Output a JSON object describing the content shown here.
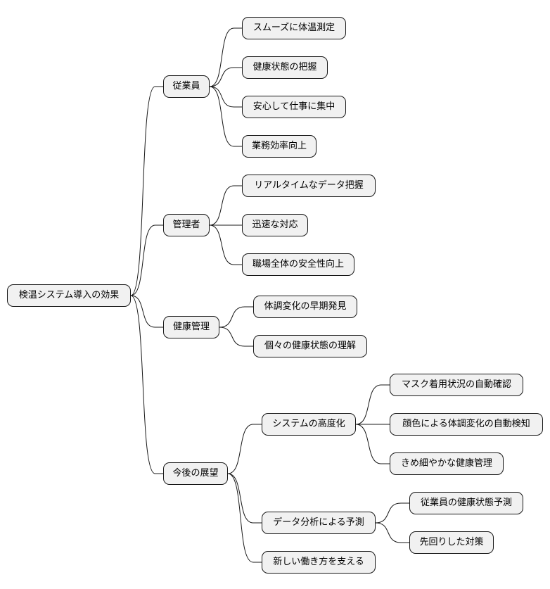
{
  "mindmap": {
    "root": "検温システム導入の効果",
    "branches": [
      {
        "label": "従業員",
        "children": [
          {
            "label": "スムーズに体温測定"
          },
          {
            "label": "健康状態の把握"
          },
          {
            "label": "安心して仕事に集中"
          },
          {
            "label": "業務効率向上"
          }
        ]
      },
      {
        "label": "管理者",
        "children": [
          {
            "label": "リアルタイムなデータ把握"
          },
          {
            "label": "迅速な対応"
          },
          {
            "label": "職場全体の安全性向上"
          }
        ]
      },
      {
        "label": "健康管理",
        "children": [
          {
            "label": "体調変化の早期発見"
          },
          {
            "label": "個々の健康状態の理解"
          }
        ]
      },
      {
        "label": "今後の展望",
        "children": [
          {
            "label": "システムの高度化",
            "children": [
              {
                "label": "マスク着用状況の自動確認"
              },
              {
                "label": "顔色による体調変化の自動検知"
              },
              {
                "label": "きめ細やかな健康管理"
              }
            ]
          },
          {
            "label": "データ分析による予測",
            "children": [
              {
                "label": "従業員の健康状態予測"
              },
              {
                "label": "先回りした対策"
              }
            ]
          },
          {
            "label": "新しい働き方を支える"
          }
        ]
      }
    ]
  }
}
